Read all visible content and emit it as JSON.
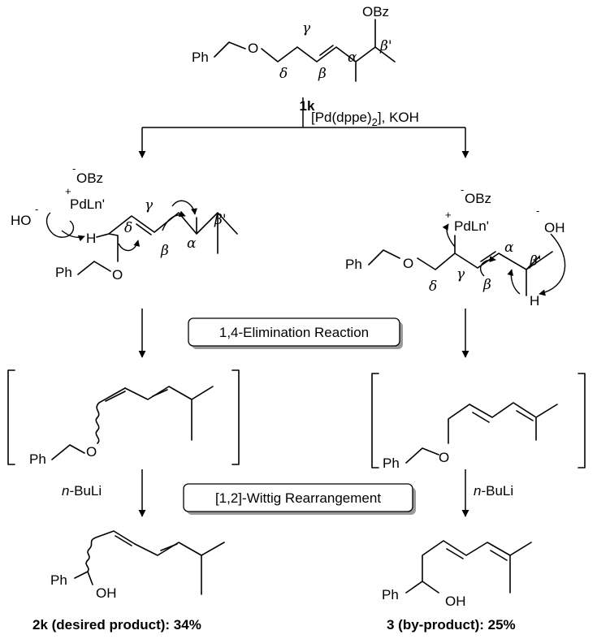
{
  "labels": {
    "ph": "Ph",
    "o": "O",
    "obz": "OBz",
    "h": "H",
    "ho": "HO",
    "oh": "OH",
    "pdln": "PdLn'",
    "minus": "-",
    "plus": "+",
    "alpha": "α",
    "beta": "β",
    "gamma": "γ",
    "delta": "δ",
    "beta_prime": "β'"
  },
  "compound": {
    "start_label": "1k"
  },
  "reagents": {
    "pd_text": "[Pd(dppe)",
    "pd_sub": "2",
    "pd_tail": "], KOH",
    "nbu_prefix": "n",
    "nbu_rest": "-BuLi"
  },
  "boxes": {
    "elimination": "1,4-Elimination Reaction",
    "wittig": "[1,2]-Wittig Rearrangement"
  },
  "products": {
    "desired": "2k (desired product): 34%",
    "byproduct": "3 (by-product): 25%"
  }
}
